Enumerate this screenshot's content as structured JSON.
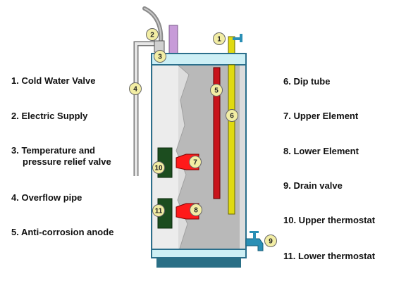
{
  "legend_left": [
    {
      "text": "1. Cold Water Valve"
    },
    {
      "text": "2. Electric Supply"
    },
    {
      "text": "3. Temperature and",
      "continuation": "pressure relief valve"
    },
    {
      "text": "4. Overflow pipe"
    },
    {
      "text": "5. Anti-corrosion anode"
    }
  ],
  "legend_right": [
    {
      "text": "6. Dip tube"
    },
    {
      "text": "7. Upper Element"
    },
    {
      "text": "8. Lower Element"
    },
    {
      "text": "9. Drain valve"
    },
    {
      "text": "10. Upper thermostat"
    },
    {
      "text": "11. Lower thermostat"
    }
  ],
  "markers": [
    "1",
    "2",
    "3",
    "4",
    "5",
    "6",
    "7",
    "8",
    "9",
    "10",
    "11"
  ],
  "colors": {
    "tank_body": "#dcdcdc",
    "tank_cap": "#cdeff5",
    "tank_outline": "#2b6f8c",
    "base": "#2a6f86",
    "anode": "#c8141c",
    "dip_tube": "#e0da10",
    "element": "#ff1a1a",
    "thermostat": "#1c4d1f",
    "marker_fill": "#f2eda4",
    "valve": "#2a8fb5",
    "flue": "#c79bd8",
    "supply_cable": "#8a8a8a"
  }
}
